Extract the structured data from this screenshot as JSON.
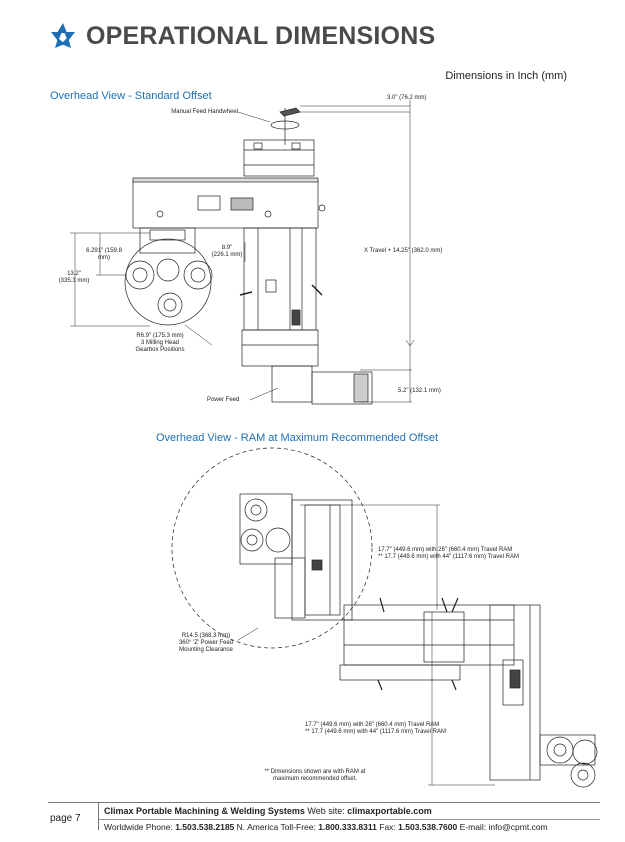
{
  "header": {
    "title": "OPERATIONAL DIMENSIONS",
    "units": "Dimensions in Inch (mm)"
  },
  "view1": {
    "title": "Overhead View - Standard Offset",
    "labels": {
      "manual_feed": "Manual Feed Handwheel",
      "dim_3_0": "3.0\" (76.2 mm)",
      "dim_x_travel": "X Travel + 14.25\" (362.0 mm)",
      "dim_6_291_a": "6.291\" (159.8",
      "dim_6_291_b": "mm)",
      "dim_8_9_a": "8.9\"",
      "dim_8_9_b": "(226.1 mm)",
      "dim_13_2_a": "13.2\"",
      "dim_13_2_b": "(335.3 mm)",
      "r6_9_a": "R6.9\" (175.3 mm)",
      "r6_9_b": "3 Milling Head",
      "r6_9_c": "Gearbox Positions",
      "power_feed": "Power Feed",
      "dim_5_2": "5.2\" (132.1 mm)"
    }
  },
  "view2": {
    "title": "Overhead View - RAM at Maximum Recommended Offset",
    "labels": {
      "ram1_a": "17.7\" (449.6 mm) with 26\" (660.4 mm) Travel RAM",
      "ram1_b": "** 17.7 (449.6 mm) with 44\" (1117.6 mm) Travel RAM",
      "r14_5_a": "R14.5 (368.3 mm)",
      "r14_5_b": "360° 'Z' Power Feed",
      "r14_5_c": "Mounting Clearance",
      "ram2_a": "17.7\" (449.6 mm) with 26\" (660.4 mm) Travel RAM",
      "ram2_b": "** 17.7 (449.6 mm) with 44\" (1117.6 mm) Travel RAM",
      "note_a": "**  Dimensions shown are with RAM at",
      "note_b": "maximum recommended offset."
    }
  },
  "footer": {
    "page": "page 7",
    "company": "Climax Portable Machining & Welding Systems",
    "website_label": "Web site:",
    "website": "climaxportable.com",
    "ww_phone_label": "Worldwide Phone:",
    "ww_phone": "1.503.538.2185",
    "na_label": "N. America Toll-Free:",
    "na_phone": "1.800.333.8311",
    "fax_label": "Fax:",
    "fax": "1.503.538.7600",
    "email_label": "E-mail:",
    "email": "info@cpmt.com"
  },
  "colors": {
    "accent": "#1f6fb4",
    "title_gray": "#4a4a4a"
  },
  "icons": {
    "logo": "climax-star-logo-icon"
  }
}
